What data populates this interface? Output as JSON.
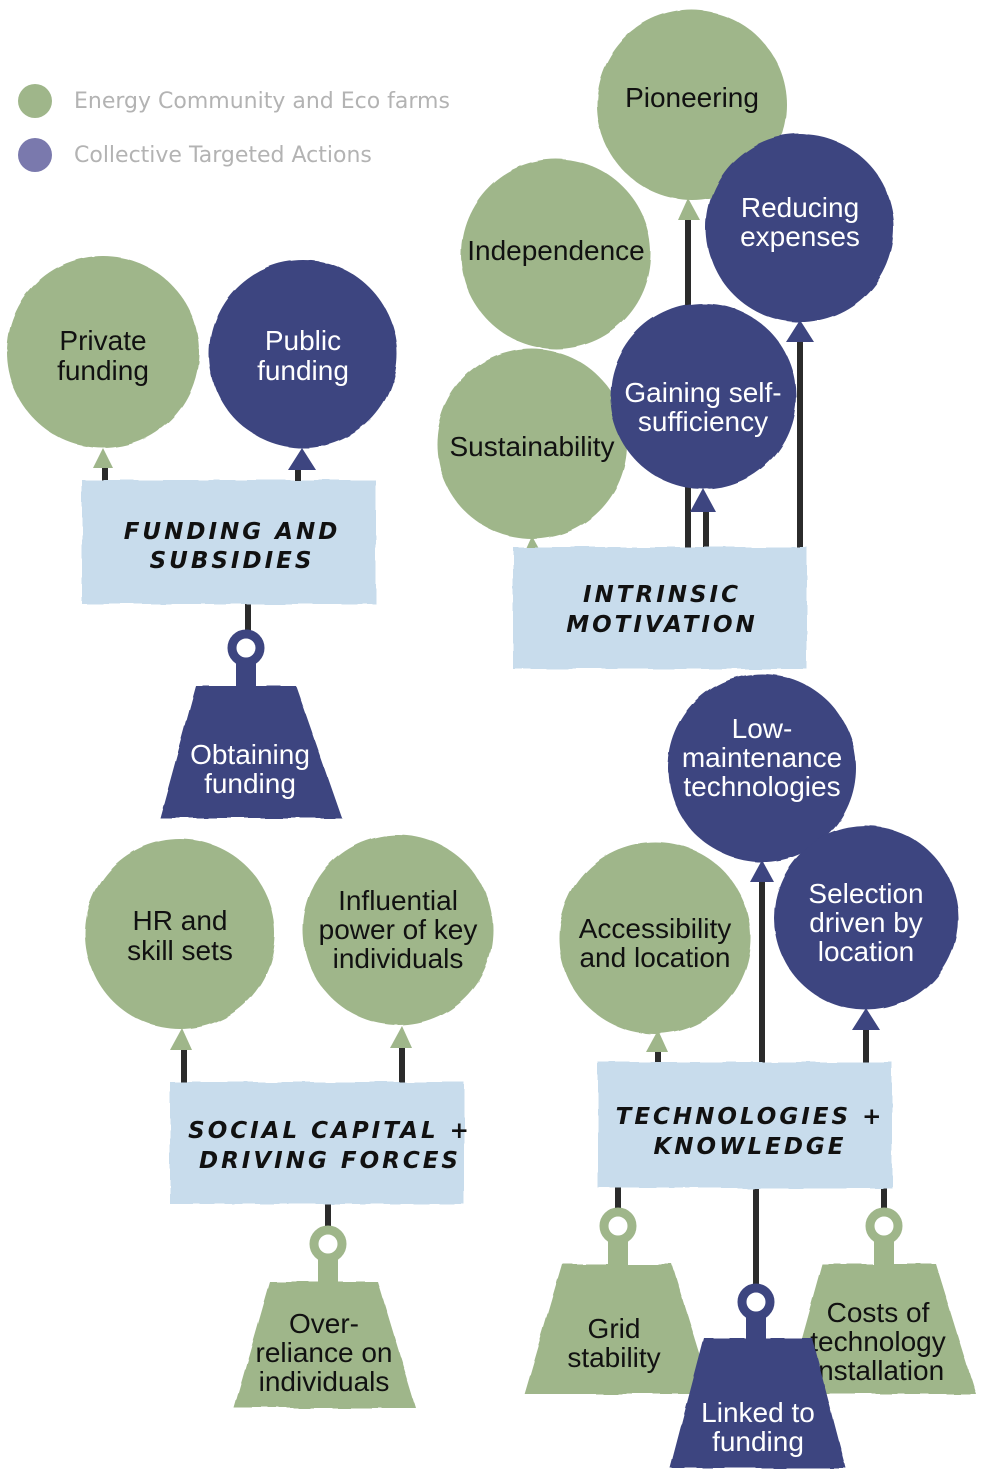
{
  "colors": {
    "green": "#9fb68a",
    "navy": "#3d4580",
    "banner": "#c8dcec",
    "string": "#2b2b2b"
  },
  "legend": [
    {
      "label": "Energy Community and Eco farms",
      "color": "#9fb68a"
    },
    {
      "label": "Collective Targeted Actions",
      "color": "#7a79ad"
    }
  ],
  "groups": {
    "funding": {
      "banner": [
        "FUNDING AND",
        "SUBSIDIES"
      ],
      "balloons": [
        {
          "lines": [
            "Private",
            "funding"
          ],
          "type": "green"
        },
        {
          "lines": [
            "Public",
            "funding"
          ],
          "type": "navy"
        }
      ],
      "weights": [
        {
          "lines": [
            "Obtaining",
            "funding"
          ],
          "type": "navy"
        }
      ]
    },
    "motivation": {
      "banner": [
        "INTRINSIC",
        "MOTIVATION"
      ],
      "balloons": [
        {
          "lines": [
            "Pioneering"
          ],
          "type": "green"
        },
        {
          "lines": [
            "Independence"
          ],
          "type": "green"
        },
        {
          "lines": [
            "Reducing",
            "expenses"
          ],
          "type": "navy"
        },
        {
          "lines": [
            "Sustainability"
          ],
          "type": "green"
        },
        {
          "lines": [
            "Gaining self-",
            "sufficiency"
          ],
          "type": "navy"
        }
      ],
      "weights": []
    },
    "social": {
      "banner": [
        "SOCIAL CAPITAL +",
        "DRIVING FORCES"
      ],
      "balloons": [
        {
          "lines": [
            "HR and",
            "skill sets"
          ],
          "type": "green"
        },
        {
          "lines": [
            "Influential",
            "power of key",
            "individuals"
          ],
          "type": "green"
        }
      ],
      "weights": [
        {
          "lines": [
            "Over-",
            "reliance on",
            "individuals"
          ],
          "type": "green"
        }
      ]
    },
    "tech": {
      "banner": [
        "TECHNOLOGIES +",
        "KNOWLEDGE"
      ],
      "balloons": [
        {
          "lines": [
            "Low-",
            "maintenance",
            "technologies"
          ],
          "type": "navy"
        },
        {
          "lines": [
            "Accessibility",
            "and location"
          ],
          "type": "green"
        },
        {
          "lines": [
            "Selection",
            "driven by",
            "location"
          ],
          "type": "navy"
        }
      ],
      "weights": [
        {
          "lines": [
            "Grid",
            "stability"
          ],
          "type": "green"
        },
        {
          "lines": [
            "Costs of",
            "technology",
            "installation"
          ],
          "type": "green"
        },
        {
          "lines": [
            "Linked to",
            "funding"
          ],
          "type": "navy"
        }
      ]
    }
  }
}
